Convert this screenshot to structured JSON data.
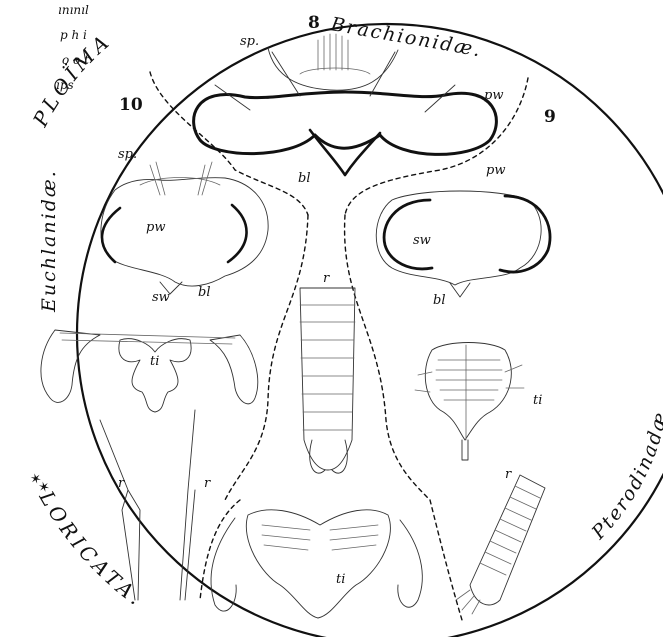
{
  "fragment_lines": [
    "ınınıl",
    "p h i",
    "o o t",
    "ıps"
  ],
  "section_labels": {
    "ploima": "PLOÏMA",
    "loricata": "LORICATA."
  },
  "stars": "✶✶",
  "families": {
    "brachionidae": "Brachionidæ.",
    "euchlanidae": "Euchlanidæ.",
    "pterodinadae": "Pterodinadæ."
  },
  "figure_numbers": {
    "fig8": "8",
    "fig9": "9",
    "fig10": "10"
  },
  "labels": {
    "sp": "sp.",
    "pw": "pw",
    "bl": "bl",
    "sw": "sw",
    "r": "r",
    "ti": "ti"
  }
}
